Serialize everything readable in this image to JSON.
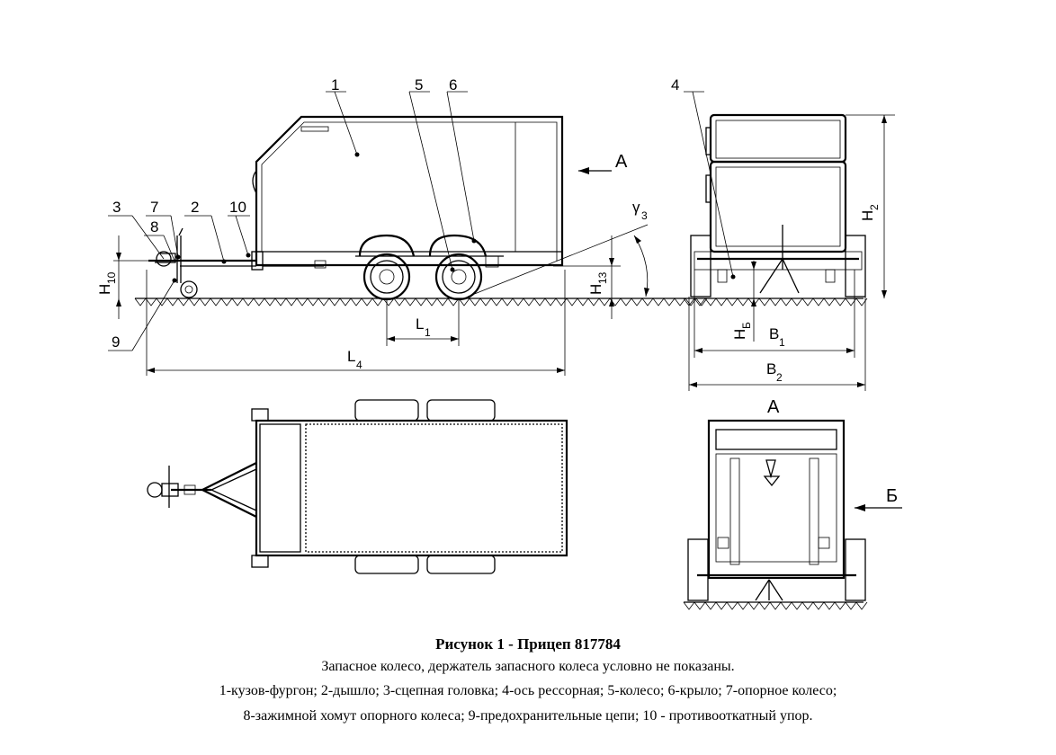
{
  "figure": {
    "title": "Рисунок 1 - Прицеп 817784",
    "lines": [
      "Запасное колесо, держатель запасного колеса условно не показаны.",
      "1-кузов-фургон; 2-дышло; 3-сцепная головка; 4-ось рессорная; 5-колесо; 6-крыло; 7-опорное колесо;",
      "8-зажимной хомут опорного колеса; 9-предохранительные цепи; 10 - противооткатный упор."
    ]
  },
  "callouts": [
    "1",
    "2",
    "3",
    "4",
    "5",
    "6",
    "7",
    "8",
    "9",
    "10"
  ],
  "dimensions": {
    "h10": "H",
    "h10_sub": "10",
    "h13": "H",
    "h13_sub": "13",
    "gamma3": "γ",
    "gamma3_sub": "3",
    "l1": "L",
    "l1_sub": "1",
    "l4": "L",
    "l4_sub": "4",
    "h2": "H",
    "h2_sub": "2",
    "hb": "H",
    "hb_sub": "Б",
    "b1": "B",
    "b1_sub": "1",
    "b2": "B",
    "b2_sub": "2"
  },
  "views": {
    "arrow_a": "A",
    "view_a_label": "A",
    "arrow_b": "Б"
  }
}
